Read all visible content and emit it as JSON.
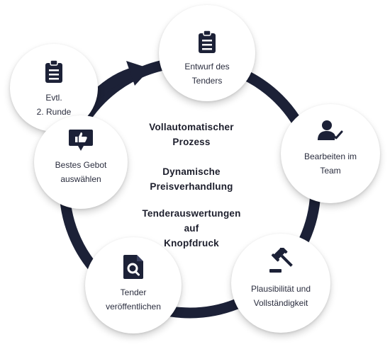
{
  "colors": {
    "ring": "#1c2137",
    "icon": "#1c2137",
    "node_bg": "#ffffff"
  },
  "nodes": [
    {
      "id": "entwurf",
      "icon": "clipboard-icon",
      "lines": [
        "Entwurf des",
        "Tenders"
      ]
    },
    {
      "id": "bearbeiten",
      "icon": "user-check-icon",
      "lines": [
        "Bearbeiten im",
        "Team"
      ]
    },
    {
      "id": "plausibilitaet",
      "icon": "gavel-icon",
      "lines": [
        "Plausibilität und",
        "Vollständigkeit"
      ]
    },
    {
      "id": "veroeffentlichen",
      "icon": "document-search-icon",
      "lines": [
        "Tender",
        "veröffentlichen"
      ]
    },
    {
      "id": "bestes_gebot",
      "icon": "thumbs-up-chat-icon",
      "lines": [
        "Bestes Gebot",
        "auswählen"
      ]
    },
    {
      "id": "runde2",
      "icon": "clipboard-icon",
      "lines": [
        "Evtl.",
        "2. Runde"
      ]
    }
  ],
  "center": {
    "block1": [
      "Vollautomatischer",
      "Prozess"
    ],
    "block2": [
      "Dynamische",
      "Preisverhandlung"
    ],
    "block3": [
      "Tenderauswertungen",
      "auf",
      "Knopfdruck"
    ]
  }
}
